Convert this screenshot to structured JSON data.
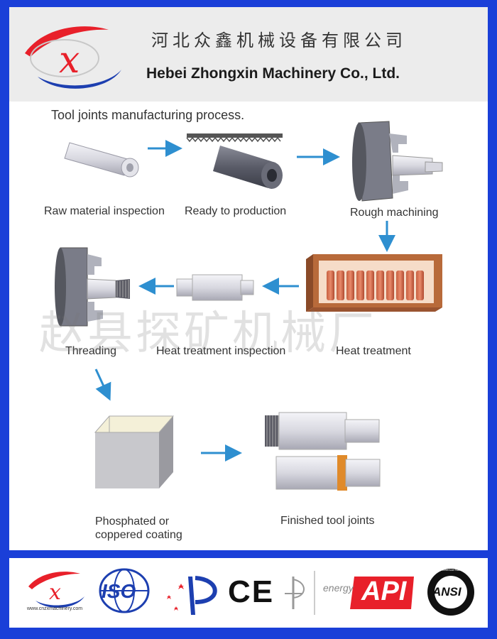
{
  "header": {
    "company_cn": "河北众鑫机械设备有限公司",
    "company_en": "Hebei Zhongxin Machinery Co., Ltd."
  },
  "process": {
    "title": "Tool joints manufacturing process.",
    "steps": [
      {
        "label": "Raw material inspection"
      },
      {
        "label": "Ready to production"
      },
      {
        "label": "Rough machining"
      },
      {
        "label": "Heat treatment"
      },
      {
        "label": "Heat treatment inspection"
      },
      {
        "label": "Threading"
      },
      {
        "label": "Phosphated or"
      },
      {
        "label": "coppered coating"
      },
      {
        "label": "Finished tool joints"
      }
    ]
  },
  "watermark": "赵县探矿机械厂",
  "footer": {
    "website": "www.cnzxmachinery.com",
    "iso": "ISO",
    "ce": "CE",
    "energy": "energy",
    "api": "API",
    "ansi": "ANSI",
    "ansi_ring": "Approved American National Standard"
  },
  "colors": {
    "frame_blue": "#1a3fd8",
    "arrow_blue": "#2e8fd0",
    "logo_red": "#e8202a",
    "logo_blue": "#1d3fb0"
  }
}
